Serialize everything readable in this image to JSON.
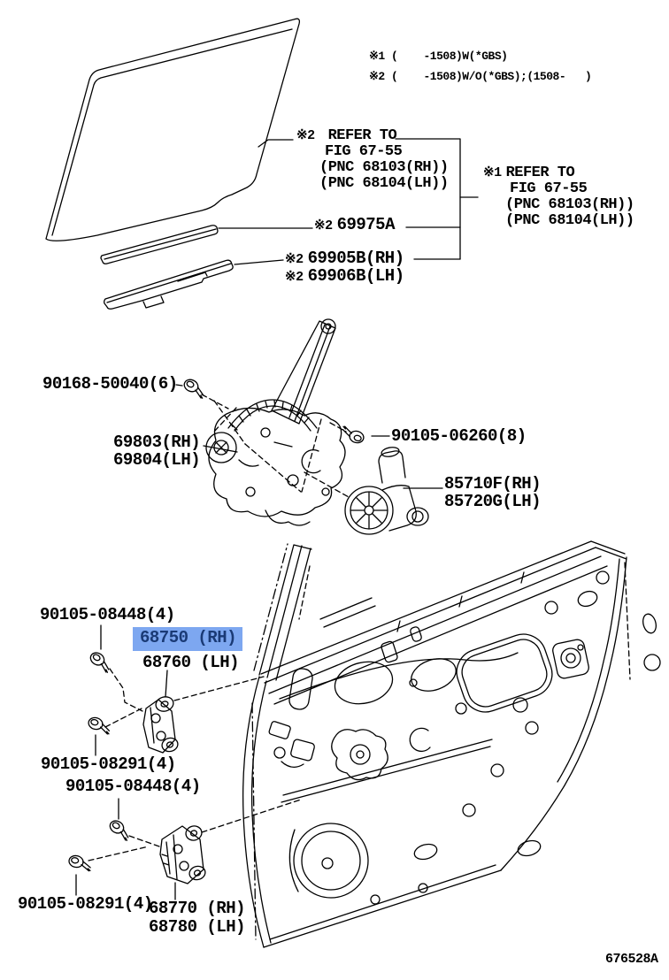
{
  "page": {
    "bg": "#ffffff",
    "ink": "#000000",
    "diagram_code": "676528A"
  },
  "highlight": {
    "bg": "#7da7f0",
    "fg": "#1a3a75"
  },
  "legend": {
    "line1": "※1 (    -1508)W(*GBS)",
    "line2": "※2 (    -1508)W/O(*GBS);(1508-   )"
  },
  "refer_blocks": [
    {
      "prefix": "※2",
      "title": "REFER TO",
      "fig": "FIG 67-55",
      "pnc_rh": "(PNC 68103(RH))",
      "pnc_lh": "(PNC 68104(LH))"
    },
    {
      "prefix": "※1",
      "title": "REFER TO",
      "fig": "FIG 67-55",
      "pnc_rh": "(PNC 68103(RH))",
      "pnc_lh": "(PNC 68104(LH))"
    }
  ],
  "parts": {
    "p69975": {
      "prefix": "※2",
      "number": "69975A"
    },
    "p69905": {
      "prefix": "※2",
      "number": "69905B(RH)"
    },
    "p69906": {
      "prefix": "※2",
      "number": "69906B(LH)"
    },
    "p90168": {
      "number": "90168-50040(6)"
    },
    "p69803": {
      "number": "69803(RH)"
    },
    "p69804": {
      "number": "69804(LH)"
    },
    "p06260": {
      "number": "90105-06260(8)"
    },
    "p85710": {
      "number": "85710F(RH)"
    },
    "p85720": {
      "number": "85720G(LH)"
    },
    "p08448a": {
      "number": "90105-08448(4)"
    },
    "p68750": {
      "number": "68750 (RH)"
    },
    "p68760": {
      "number": "68760 (LH)"
    },
    "p08291a": {
      "number": "90105-08291(4)"
    },
    "p08448b": {
      "number": "90105-08448(4)"
    },
    "p08291b": {
      "number": "90105-08291(4)"
    },
    "p68770": {
      "number": "68770 (RH)"
    },
    "p68780": {
      "number": "68780 (LH)"
    }
  }
}
